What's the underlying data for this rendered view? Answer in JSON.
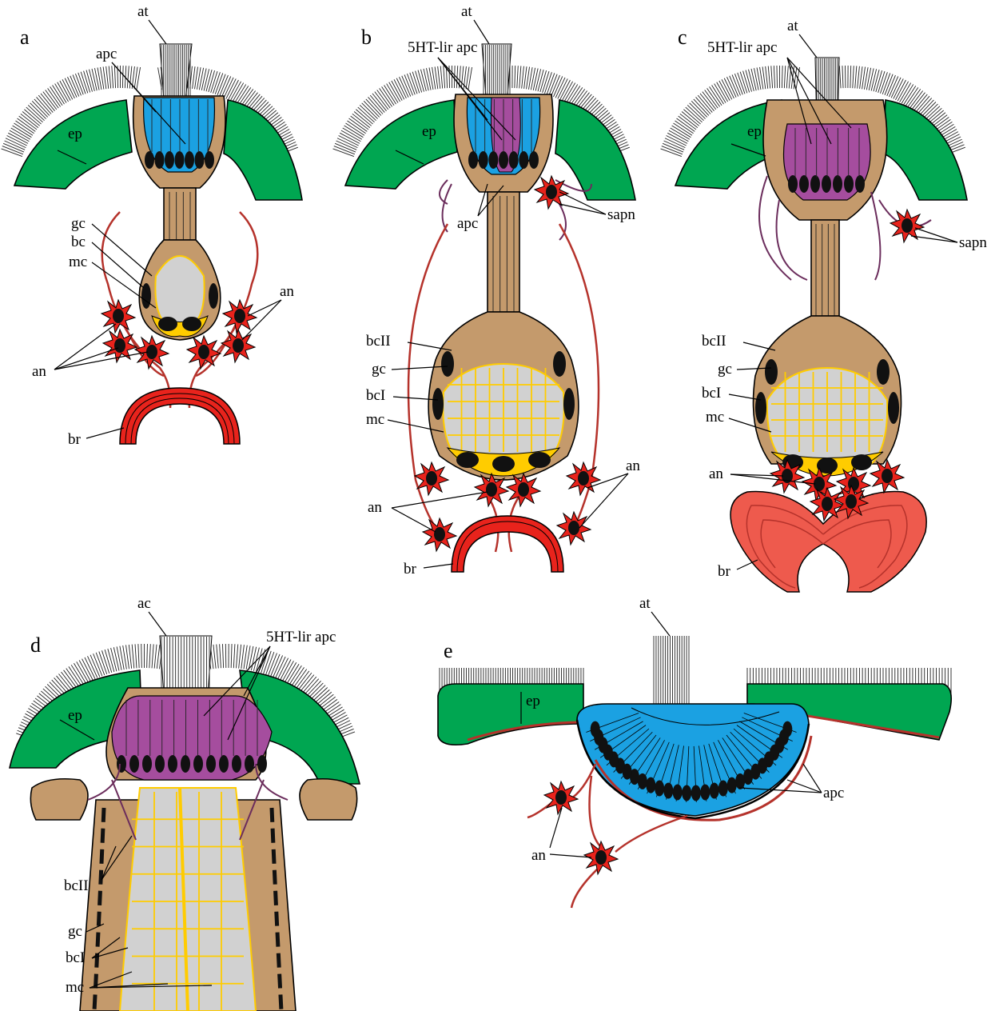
{
  "colors": {
    "epidermis": "#00a651",
    "apical_cell": "#1ba1e2",
    "serotonin_cell": "#a54d9e",
    "glandular": "#c49a6c",
    "gland_border": "#ffcc00",
    "medullary": "#d1d1d1",
    "neuron": "#e8231c",
    "nerve": "#b5322b",
    "brain": "#ee5a4d",
    "nucleus": "#111111"
  },
  "panels": {
    "a": {
      "letter": "a",
      "labels": {
        "at": "at",
        "apc": "apc",
        "ep": "ep",
        "gc": "gc",
        "bc": "bc",
        "mc": "mc",
        "an_right": "an",
        "an_left": "an",
        "br": "br"
      }
    },
    "b": {
      "letter": "b",
      "labels": {
        "at": "at",
        "lir": "5HT-lir apc",
        "ep": "ep",
        "apc": "apc",
        "sapn": "sapn",
        "bcII": "bcII",
        "gc": "gc",
        "bcI": "bcI",
        "mc": "mc",
        "an_left": "an",
        "an_right": "an",
        "br": "br"
      }
    },
    "c": {
      "letter": "c",
      "labels": {
        "at": "at",
        "lir": "5HT-lir apc",
        "ep": "ep",
        "sapn": "sapn",
        "bcII": "bcII",
        "gc": "gc",
        "bcI": "bcI",
        "mc": "mc",
        "an": "an",
        "br": "br"
      }
    },
    "d": {
      "letter": "d",
      "labels": {
        "ac": "ac",
        "lir": "5HT-lir apc",
        "ep": "ep",
        "bcII": "bcII",
        "gc": "gc",
        "bcI": "bcI",
        "mc": "mc"
      }
    },
    "e": {
      "letter": "e",
      "labels": {
        "at": "at",
        "ep": "ep",
        "apc": "apc",
        "an": "an"
      }
    }
  }
}
